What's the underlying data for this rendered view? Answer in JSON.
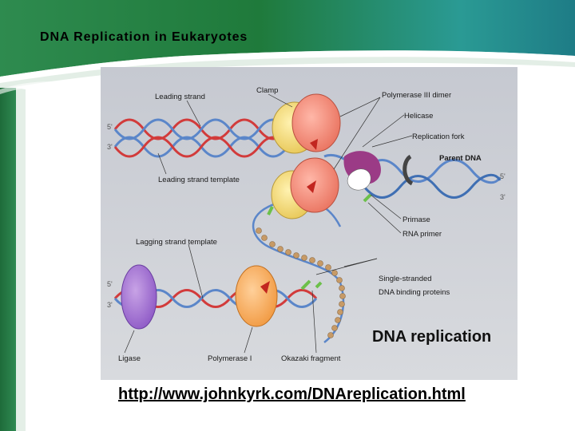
{
  "slide": {
    "title": "DNA Replication in Eukaryotes",
    "source_link": "http://www.johnkyrk.com/DNAreplication.html",
    "colors": {
      "green": "#1f7a3b",
      "teal": "#2a9a94",
      "panel": "#c9ccd3"
    }
  },
  "figure": {
    "heading": "DNA replication",
    "labels": {
      "leading_strand": "Leading strand",
      "clamp": "Clamp",
      "polymerase_iii": "Polymerase III dimer",
      "helicase": "Helicase",
      "replication_fork": "Replication fork",
      "parent_dna": "Parent DNA",
      "leading_template": "Leading strand template",
      "primase": "Primase",
      "rna_primer": "RNA primer",
      "lagging_template": "Lagging strand template",
      "ssb_line1": "Single-stranded",
      "ssb_line2": "DNA binding proteins",
      "ligase": "Ligase",
      "polymerase_i": "Polymerase I",
      "okazaki": "Okazaki fragment"
    },
    "ends": {
      "left_top_5": "5'",
      "left_top_3": "3'",
      "right_5": "5'",
      "right_3": "3'",
      "left_bottom_5": "5'",
      "left_bottom_3": "3'"
    }
  }
}
